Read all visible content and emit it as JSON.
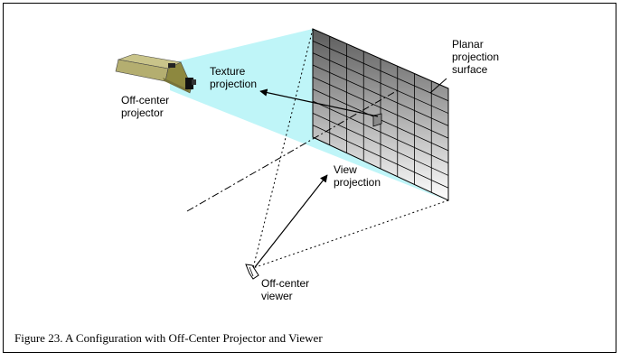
{
  "labels": {
    "planar_surface": "Planar\nprojection\nsurface",
    "texture_projection": "Texture\nprojection",
    "off_center_projector": "Off-center\nprojector",
    "view_projection": "View\nprojection",
    "off_center_viewer": "Off-center\nviewer"
  },
  "caption": "Figure 23. A Configuration with Off-Center Projector and Viewer",
  "colors": {
    "frustum": "#bff5f8",
    "projector_body": "#a8a368",
    "grid_top": "#5a5a5a",
    "grid_bottom": "#ffffff"
  },
  "grid": {
    "rows": 9,
    "cols": 8
  }
}
